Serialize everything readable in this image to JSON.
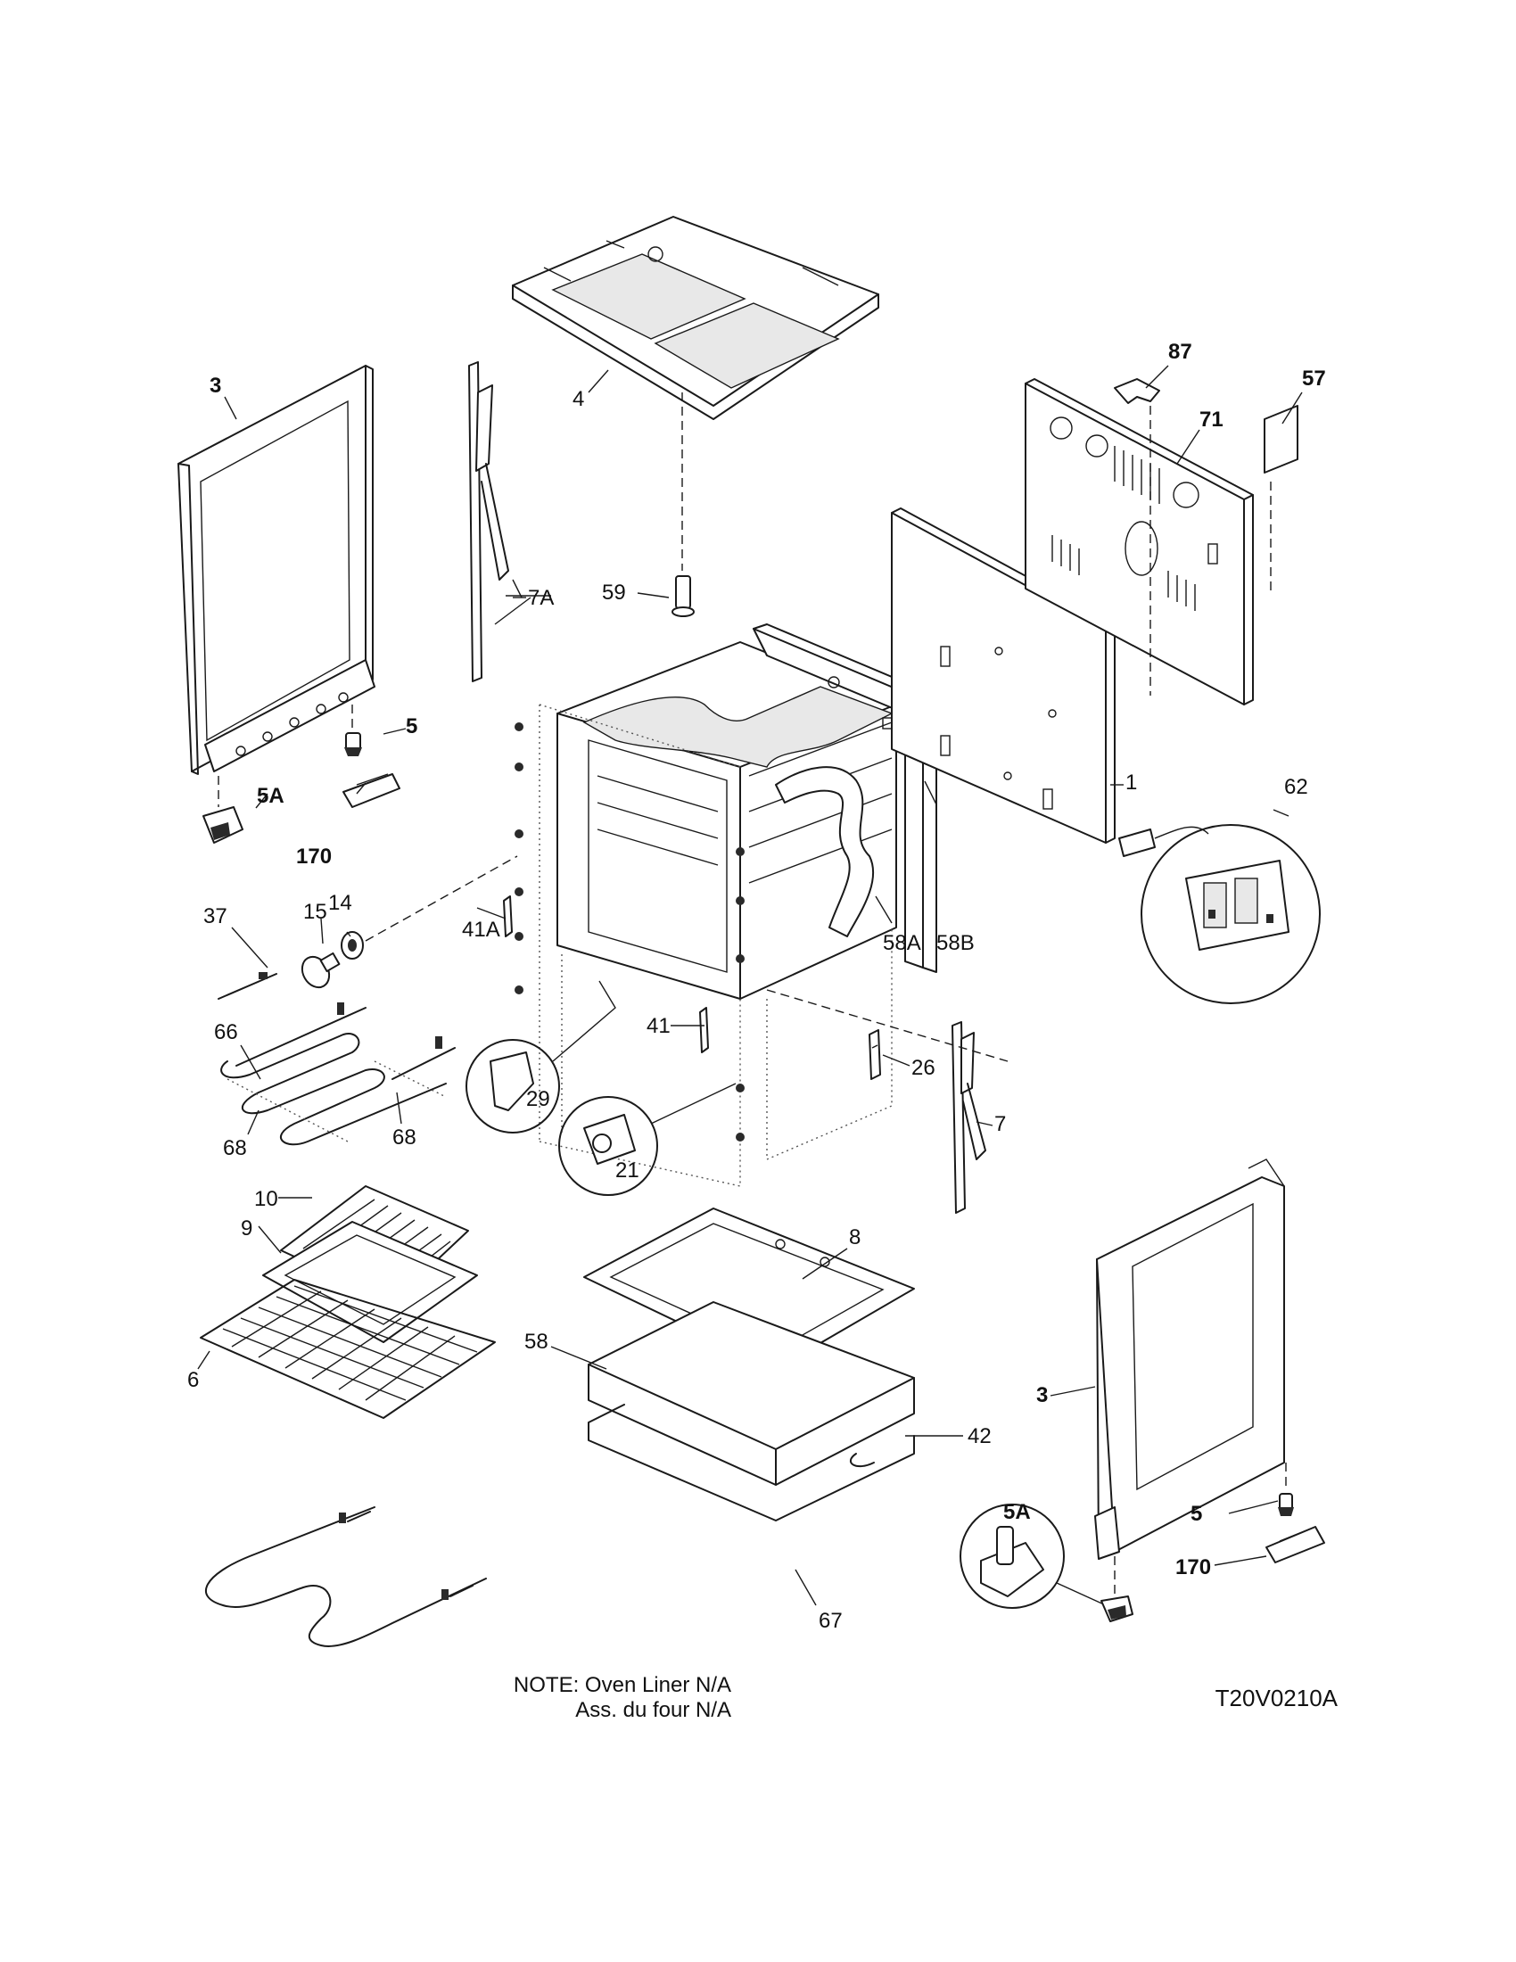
{
  "labels": {
    "l1": "1",
    "l3a": "3",
    "l3b": "3",
    "l4": "4",
    "l5a": "5",
    "l5b": "5",
    "l5Aa": "5A",
    "l5Ab": "5A",
    "l6": "6",
    "l7": "7",
    "l7A": "7A",
    "l8": "8",
    "l9": "9",
    "l10": "10",
    "l14": "14",
    "l15": "15",
    "l21": "21",
    "l26": "26",
    "l29": "29",
    "l37": "37",
    "l41": "41",
    "l41A": "41A",
    "l42": "42",
    "l57": "57",
    "l58": "58",
    "l58A": "58A",
    "l58B": "58B",
    "l59": "59",
    "l62": "62",
    "l66": "66",
    "l67": "67",
    "l68a": "68",
    "l68b": "68",
    "l71": "71",
    "l87": "87",
    "l170a": "170",
    "l170b": "170"
  },
  "note": {
    "line1": "NOTE: Oven Liner N/A",
    "line2": "Ass. du four N/A"
  },
  "drawing_code": "T20V0210A"
}
